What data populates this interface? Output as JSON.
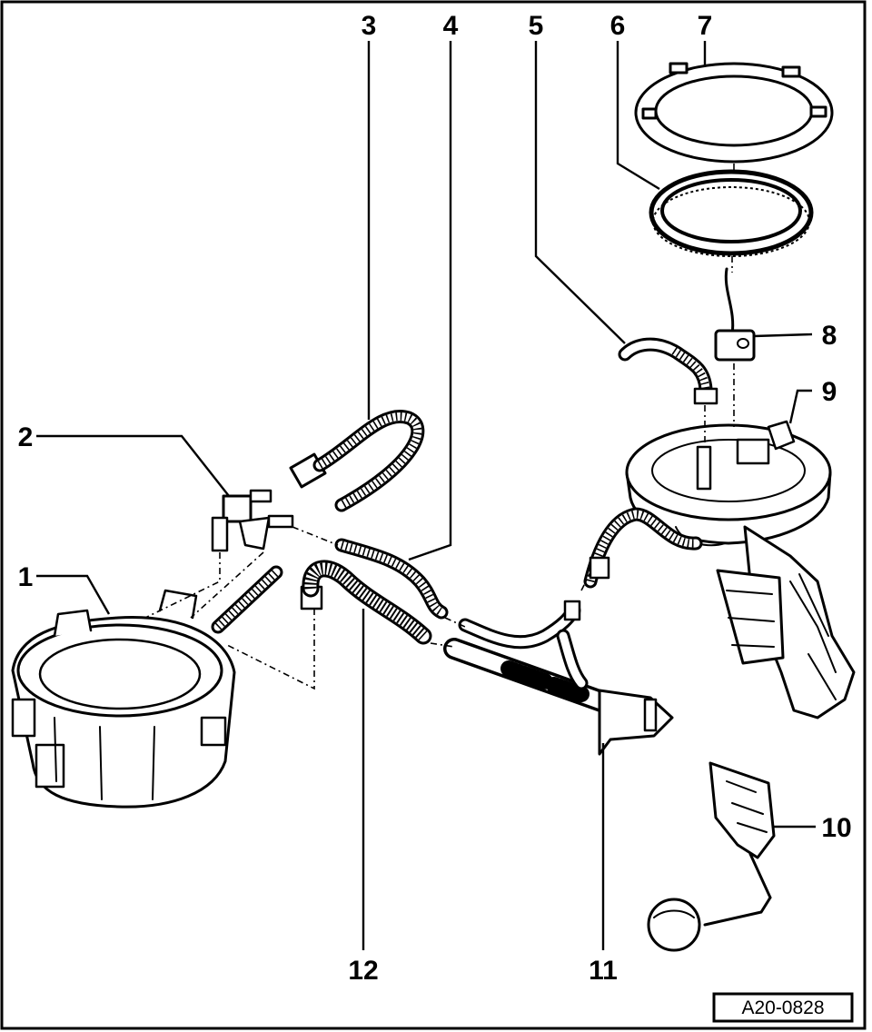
{
  "callouts": [
    "1",
    "2",
    "3",
    "4",
    "5",
    "6",
    "7",
    "8",
    "9",
    "10",
    "11",
    "12"
  ],
  "reference_code": "A20-0828",
  "colors": {
    "ink": "#000000",
    "paper": "#ffffff"
  }
}
